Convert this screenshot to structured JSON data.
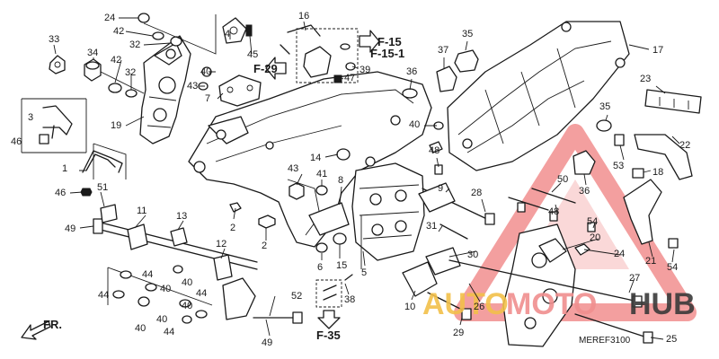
{
  "callouts": [
    {
      "id": "c1",
      "label": "1"
    },
    {
      "id": "c2a",
      "label": "2"
    },
    {
      "id": "c2b",
      "label": "2"
    },
    {
      "id": "c3",
      "label": "3"
    },
    {
      "id": "c4",
      "label": "4"
    },
    {
      "id": "c5",
      "label": "5"
    },
    {
      "id": "c6",
      "label": "6"
    },
    {
      "id": "c7",
      "label": "7"
    },
    {
      "id": "c8",
      "label": "8"
    },
    {
      "id": "c9",
      "label": "9"
    },
    {
      "id": "c10",
      "label": "10"
    },
    {
      "id": "c11",
      "label": "11"
    },
    {
      "id": "c12",
      "label": "12"
    },
    {
      "id": "c13",
      "label": "13"
    },
    {
      "id": "c14",
      "label": "14"
    },
    {
      "id": "c15",
      "label": "15"
    },
    {
      "id": "c16",
      "label": "16"
    },
    {
      "id": "c17",
      "label": "17"
    },
    {
      "id": "c18",
      "label": "18"
    },
    {
      "id": "c19",
      "label": "19"
    },
    {
      "id": "c20",
      "label": "20"
    },
    {
      "id": "c21",
      "label": "21"
    },
    {
      "id": "c22",
      "label": "22"
    },
    {
      "id": "c23",
      "label": "23"
    },
    {
      "id": "c24a",
      "label": "24"
    },
    {
      "id": "c24b",
      "label": "24"
    },
    {
      "id": "c25",
      "label": "25"
    },
    {
      "id": "c26",
      "label": "26"
    },
    {
      "id": "c27",
      "label": "27"
    },
    {
      "id": "c28",
      "label": "28"
    },
    {
      "id": "c29",
      "label": "29"
    },
    {
      "id": "c30",
      "label": "30"
    },
    {
      "id": "c31",
      "label": "31"
    },
    {
      "id": "c32a",
      "label": "32"
    },
    {
      "id": "c32b",
      "label": "32"
    },
    {
      "id": "c33",
      "label": "33"
    },
    {
      "id": "c34",
      "label": "34"
    },
    {
      "id": "c35a",
      "label": "35"
    },
    {
      "id": "c35b",
      "label": "35"
    },
    {
      "id": "c36a",
      "label": "36"
    },
    {
      "id": "c36b",
      "label": "36"
    },
    {
      "id": "c37",
      "label": "37"
    },
    {
      "id": "c38",
      "label": "38"
    },
    {
      "id": "c39",
      "label": "39"
    },
    {
      "id": "c40a",
      "label": "40"
    },
    {
      "id": "c40b",
      "label": "40"
    },
    {
      "id": "c40c",
      "label": "40"
    },
    {
      "id": "c40d",
      "label": "40"
    },
    {
      "id": "c40e",
      "label": "40"
    },
    {
      "id": "c40f",
      "label": "40"
    },
    {
      "id": "c41",
      "label": "41"
    },
    {
      "id": "c42a",
      "label": "42"
    },
    {
      "id": "c42b",
      "label": "42"
    },
    {
      "id": "c43a",
      "label": "43"
    },
    {
      "id": "c43b",
      "label": "43"
    },
    {
      "id": "c44a",
      "label": "44"
    },
    {
      "id": "c44b",
      "label": "44"
    },
    {
      "id": "c44c",
      "label": "44"
    },
    {
      "id": "c44d",
      "label": "44"
    },
    {
      "id": "c45",
      "label": "45"
    },
    {
      "id": "c46a",
      "label": "46"
    },
    {
      "id": "c46b",
      "label": "46"
    },
    {
      "id": "c47",
      "label": "47"
    },
    {
      "id": "c48a",
      "label": "48"
    },
    {
      "id": "c48b",
      "label": "48"
    },
    {
      "id": "c49a",
      "label": "49"
    },
    {
      "id": "c49b",
      "label": "49"
    },
    {
      "id": "c50",
      "label": "50"
    },
    {
      "id": "c51",
      "label": "51"
    },
    {
      "id": "c52",
      "label": "52"
    },
    {
      "id": "c53",
      "label": "53"
    },
    {
      "id": "c54a",
      "label": "54"
    },
    {
      "id": "c54b",
      "label": "54"
    }
  ],
  "references": {
    "f15": "F-15",
    "f15_1": "F-15-1",
    "f29": "F-29",
    "f35": "F-35"
  },
  "front_label": "FR.",
  "diagram_code": "MEREF3100",
  "watermark": {
    "part1": "AUTO",
    "part2": "MOTO",
    "part3": "HUB",
    "color_auto": "#f2c04a",
    "color_moto": "#f08f8f",
    "color_hub": "#3a3a3a",
    "triangle_color": "#f08080"
  }
}
